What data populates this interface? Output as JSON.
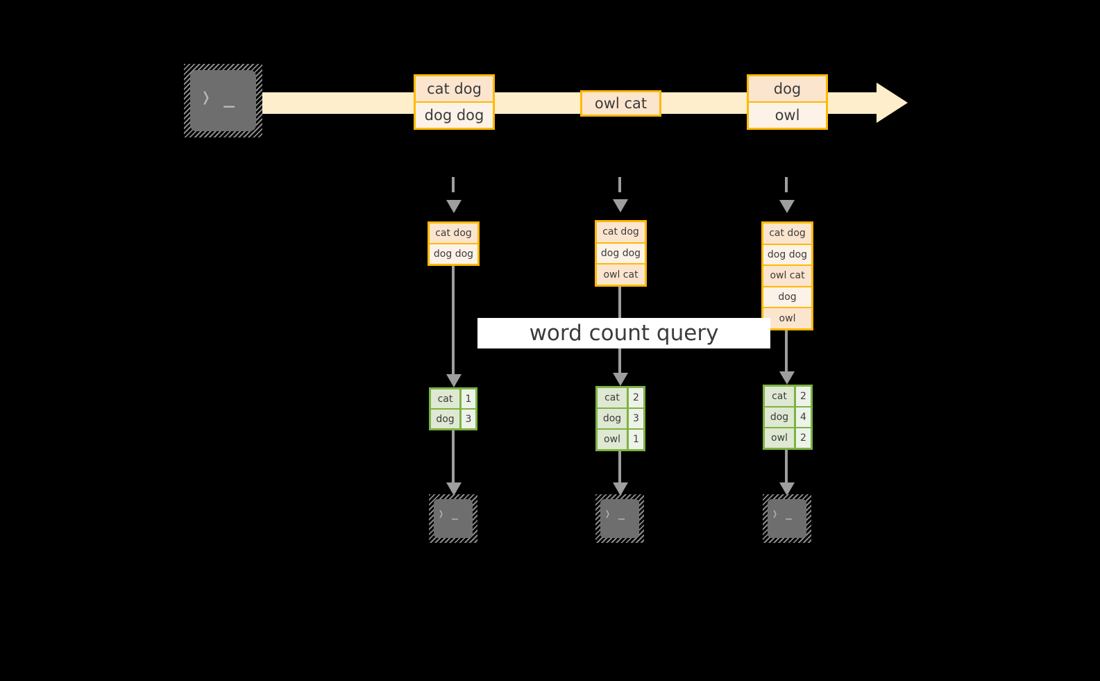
{
  "colors": {
    "background": "#000000",
    "record_border": "#ffb900",
    "record_fill": "#fdeedd",
    "stream_fill": "#ffeecb",
    "result_border": "#7cb342",
    "result_key_fill": "#dfe8d2",
    "result_value_fill": "#eef3e9",
    "connector": "#9e9e9e",
    "terminal_fill": "#6e6e6e",
    "terminal_hatch": "#8c8c8c",
    "banner_fill": "#ffffff",
    "text": "#3b3b3b"
  },
  "source": {
    "icon": "terminal-prompt-icon",
    "glyph": "❭ _"
  },
  "stream": {
    "label": "unbounded-record-stream",
    "records": [
      {
        "id": "record-1",
        "lines": [
          "cat dog",
          "dog dog"
        ]
      },
      {
        "id": "record-2",
        "lines": [
          "owl cat"
        ]
      },
      {
        "id": "record-3",
        "lines": [
          "dog",
          "owl"
        ]
      }
    ]
  },
  "banner": {
    "label": "word count query"
  },
  "snapshots": [
    {
      "id": "snapshot-1",
      "input_rows": [
        "cat dog",
        "dog dog"
      ],
      "result": {
        "rows": [
          {
            "word": "cat",
            "count": "1"
          },
          {
            "word": "dog",
            "count": "3"
          }
        ]
      },
      "sink": {
        "icon": "terminal-prompt-icon",
        "glyph": "❭ _"
      }
    },
    {
      "id": "snapshot-2",
      "input_rows": [
        "cat dog",
        "dog dog",
        "owl cat"
      ],
      "result": {
        "rows": [
          {
            "word": "cat",
            "count": "2"
          },
          {
            "word": "dog",
            "count": "3"
          },
          {
            "word": "owl",
            "count": "1"
          }
        ]
      },
      "sink": {
        "icon": "terminal-prompt-icon",
        "glyph": "❭ _"
      }
    },
    {
      "id": "snapshot-3",
      "input_rows": [
        "cat dog",
        "dog dog",
        "owl cat",
        "dog",
        "owl"
      ],
      "result": {
        "rows": [
          {
            "word": "cat",
            "count": "2"
          },
          {
            "word": "dog",
            "count": "4"
          },
          {
            "word": "owl",
            "count": "2"
          }
        ]
      },
      "sink": {
        "icon": "terminal-prompt-icon",
        "glyph": "❭ _"
      }
    }
  ]
}
